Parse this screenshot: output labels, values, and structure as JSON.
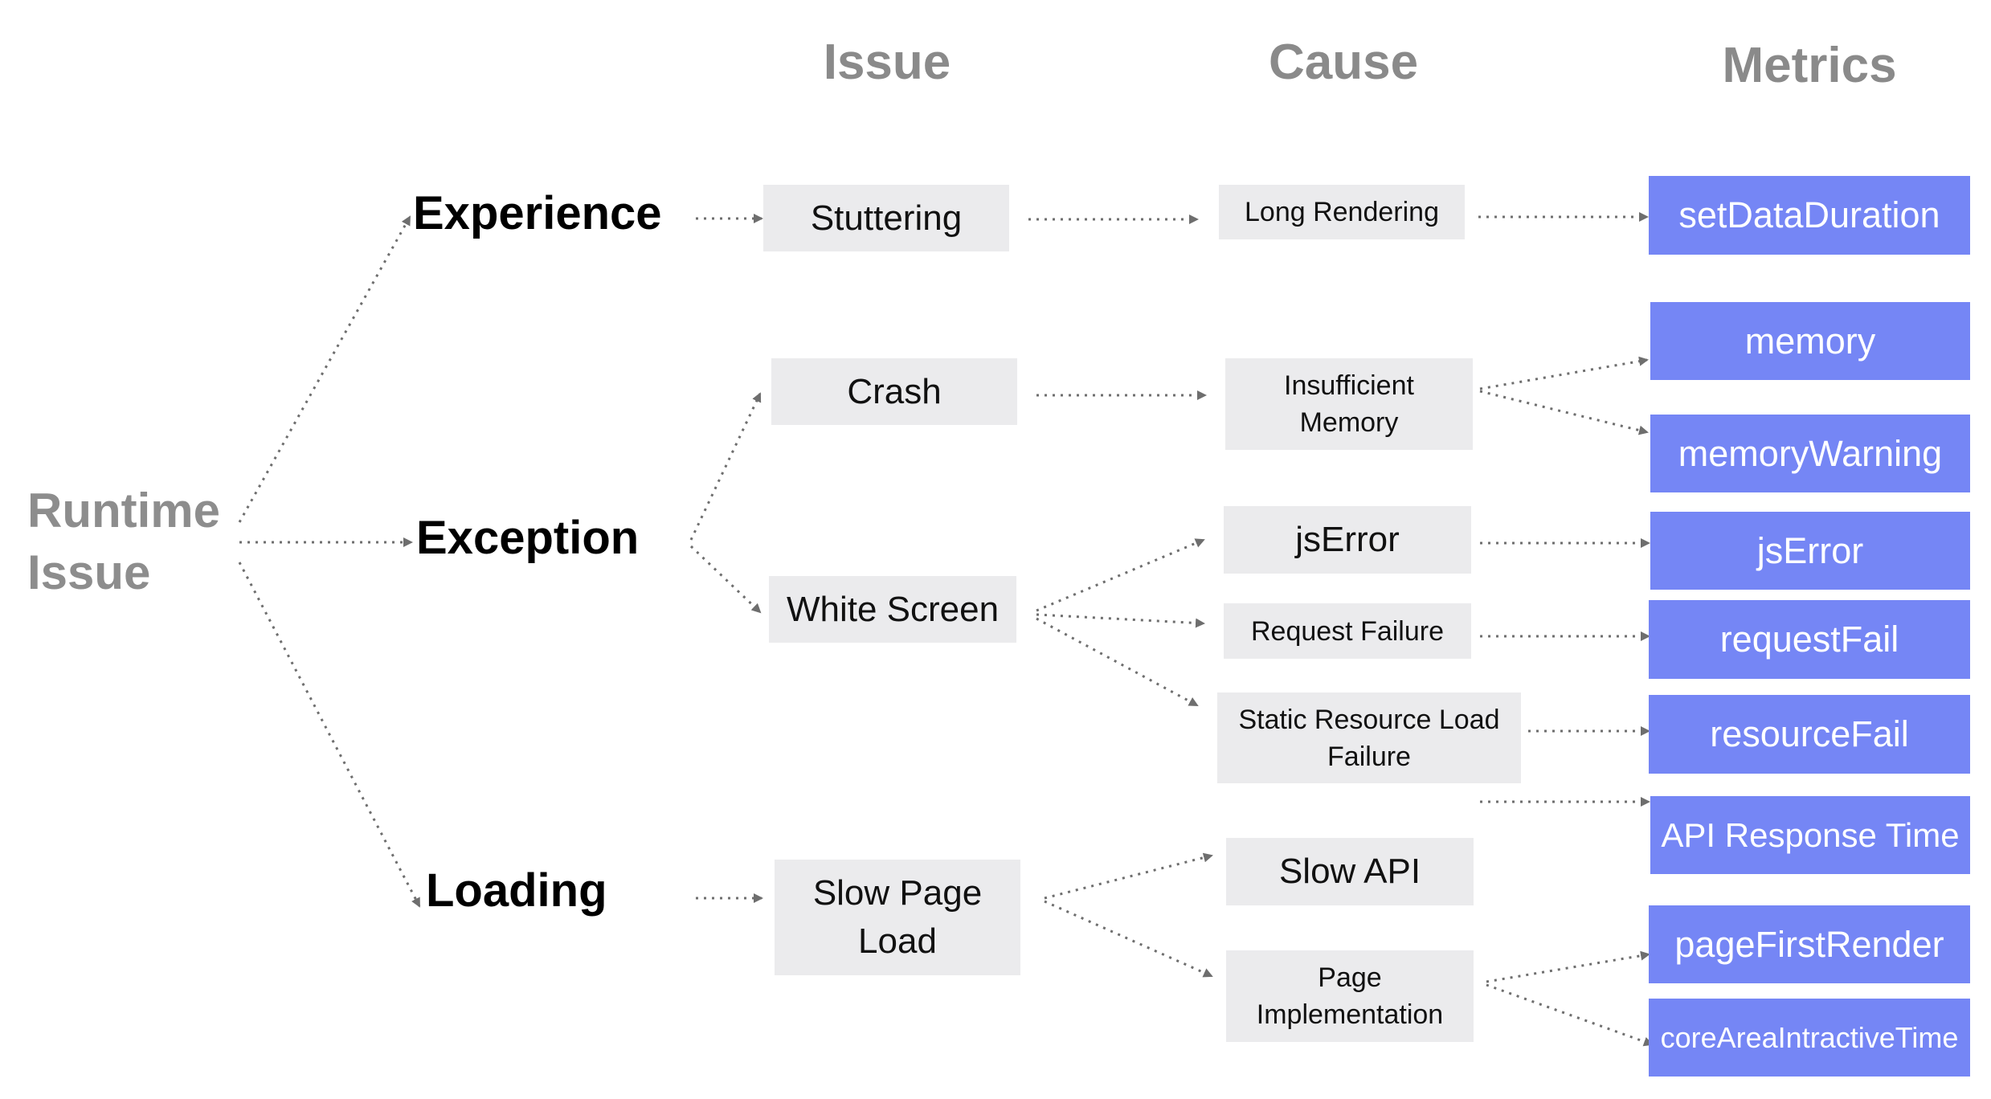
{
  "headers": {
    "issue": "Issue",
    "cause": "Cause",
    "metrics": "Metrics"
  },
  "root": {
    "line1": "Runtime",
    "line2": "Issue"
  },
  "categories": {
    "experience": "Experience",
    "exception": "Exception",
    "loading": "Loading"
  },
  "issues": {
    "stuttering": "Stuttering",
    "crash": "Crash",
    "white_screen": "White Screen",
    "slow_page_load_1": "Slow Page",
    "slow_page_load_2": "Load"
  },
  "causes": {
    "long_rendering": "Long Rendering",
    "insufficient_memory_1": "Insufficient",
    "insufficient_memory_2": "Memory",
    "js_error": "jsError",
    "request_failure": "Request Failure",
    "static_resource_1": "Static Resource Load",
    "static_resource_2": "Failure",
    "slow_api": "Slow API",
    "page_impl_1": "Page",
    "page_impl_2": "Implementation"
  },
  "metrics": {
    "set_data_duration": "setDataDuration",
    "memory": "memory",
    "memory_warning": "memoryWarning",
    "js_error": "jsError",
    "request_fail": "requestFail",
    "resource_fail": "resourceFail",
    "api_response_time": "API Response Time",
    "page_first_render": "pageFirstRender",
    "core_area_interactive_time": "coreAreaIntractiveTime"
  },
  "colors": {
    "metric_fill": "#7586f5",
    "box_fill": "#ebebed",
    "header_text": "#8a8a8a",
    "connector": "#6e6e6e"
  }
}
